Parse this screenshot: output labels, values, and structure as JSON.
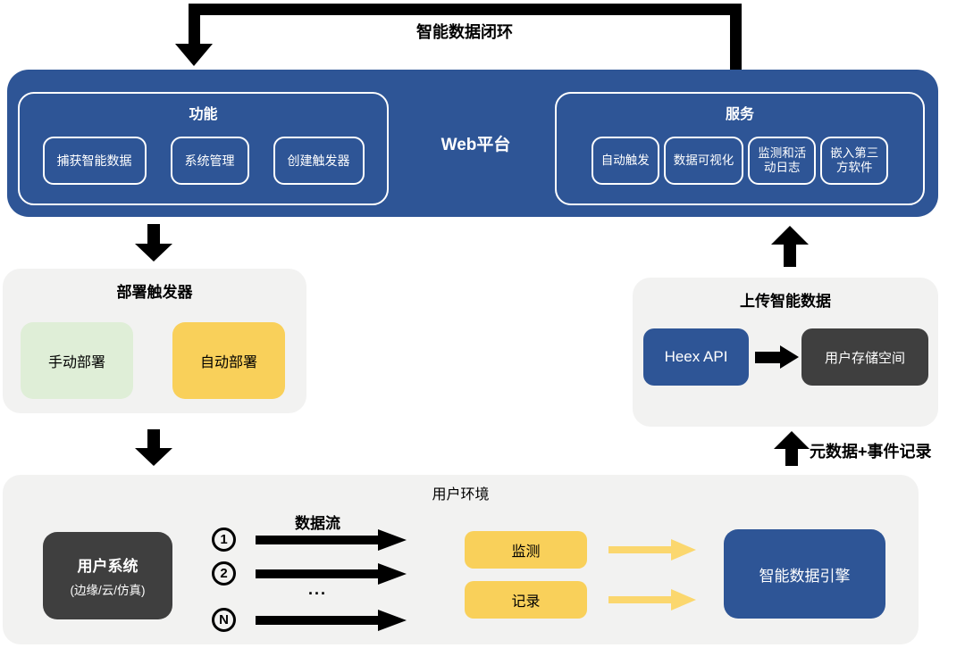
{
  "diagram": {
    "loop_label": "智能数据闭环",
    "platform": {
      "title": "Web平台",
      "features": {
        "title": "功能",
        "items": [
          "捕获智能数据",
          "系统管理",
          "创建触发器"
        ]
      },
      "services": {
        "title": "服务",
        "items": [
          "自动触发",
          "数据可视化",
          "监测和活\n动日志",
          "嵌入第三\n方软件"
        ]
      }
    },
    "deploy": {
      "title": "部署触发器",
      "manual": "手动部署",
      "auto": "自动部署"
    },
    "upload": {
      "title": "上传智能数据",
      "api": "Heex API",
      "storage": "用户存储空间"
    },
    "upload_arrow_label": "元数据+事件记录",
    "environment": {
      "title": "用户环境",
      "user_system": {
        "title": "用户系统",
        "subtitle": "(边缘/云/仿真)"
      },
      "data_flow_label": "数据流",
      "channel_1": "1",
      "channel_2": "2",
      "ellipsis": "...",
      "channel_n": "N",
      "monitor": "监测",
      "record": "记录",
      "engine": "智能数据引擎"
    },
    "colors": {
      "blue": "#2E5596",
      "gray": "#F2F2F1",
      "green": "#DFEED7",
      "yellow": "#F9D05A",
      "yellow_arrow": "#FBD76E",
      "dark": "#3F3F3F",
      "ink": "#000000"
    }
  }
}
